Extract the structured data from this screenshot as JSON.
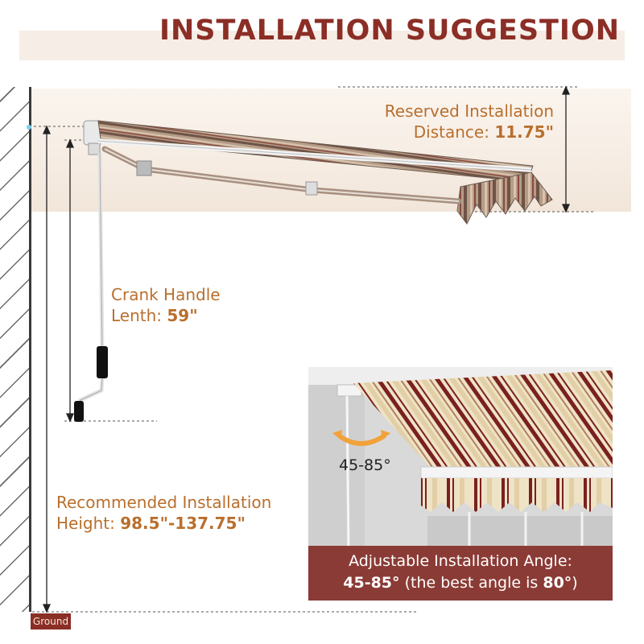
{
  "title": "INSTALLATION SUGGESTION",
  "reserved": {
    "line1": "Reserved Installation",
    "prefix": "Distance: ",
    "value": "11.75\""
  },
  "crank": {
    "line1": "Crank Handle",
    "prefix": "Lenth: ",
    "value": "59\""
  },
  "recommended": {
    "line1": "Recommended Installation",
    "prefix": "Height: ",
    "value": "98.5\"-137.75\""
  },
  "ground_label": "Ground",
  "angle_label": "45-85°",
  "angle_caption": {
    "line1": "Adjustable Installation Angle:",
    "value": "45-85°",
    "middle": " (the best angle is ",
    "best": "80°",
    "close": ")"
  },
  "colors": {
    "accent": "#8b2e26",
    "label": "#b96f2d",
    "awning_stripe_dark": "#7a5d4f",
    "awning_stripe_light": "#c8b09a"
  }
}
